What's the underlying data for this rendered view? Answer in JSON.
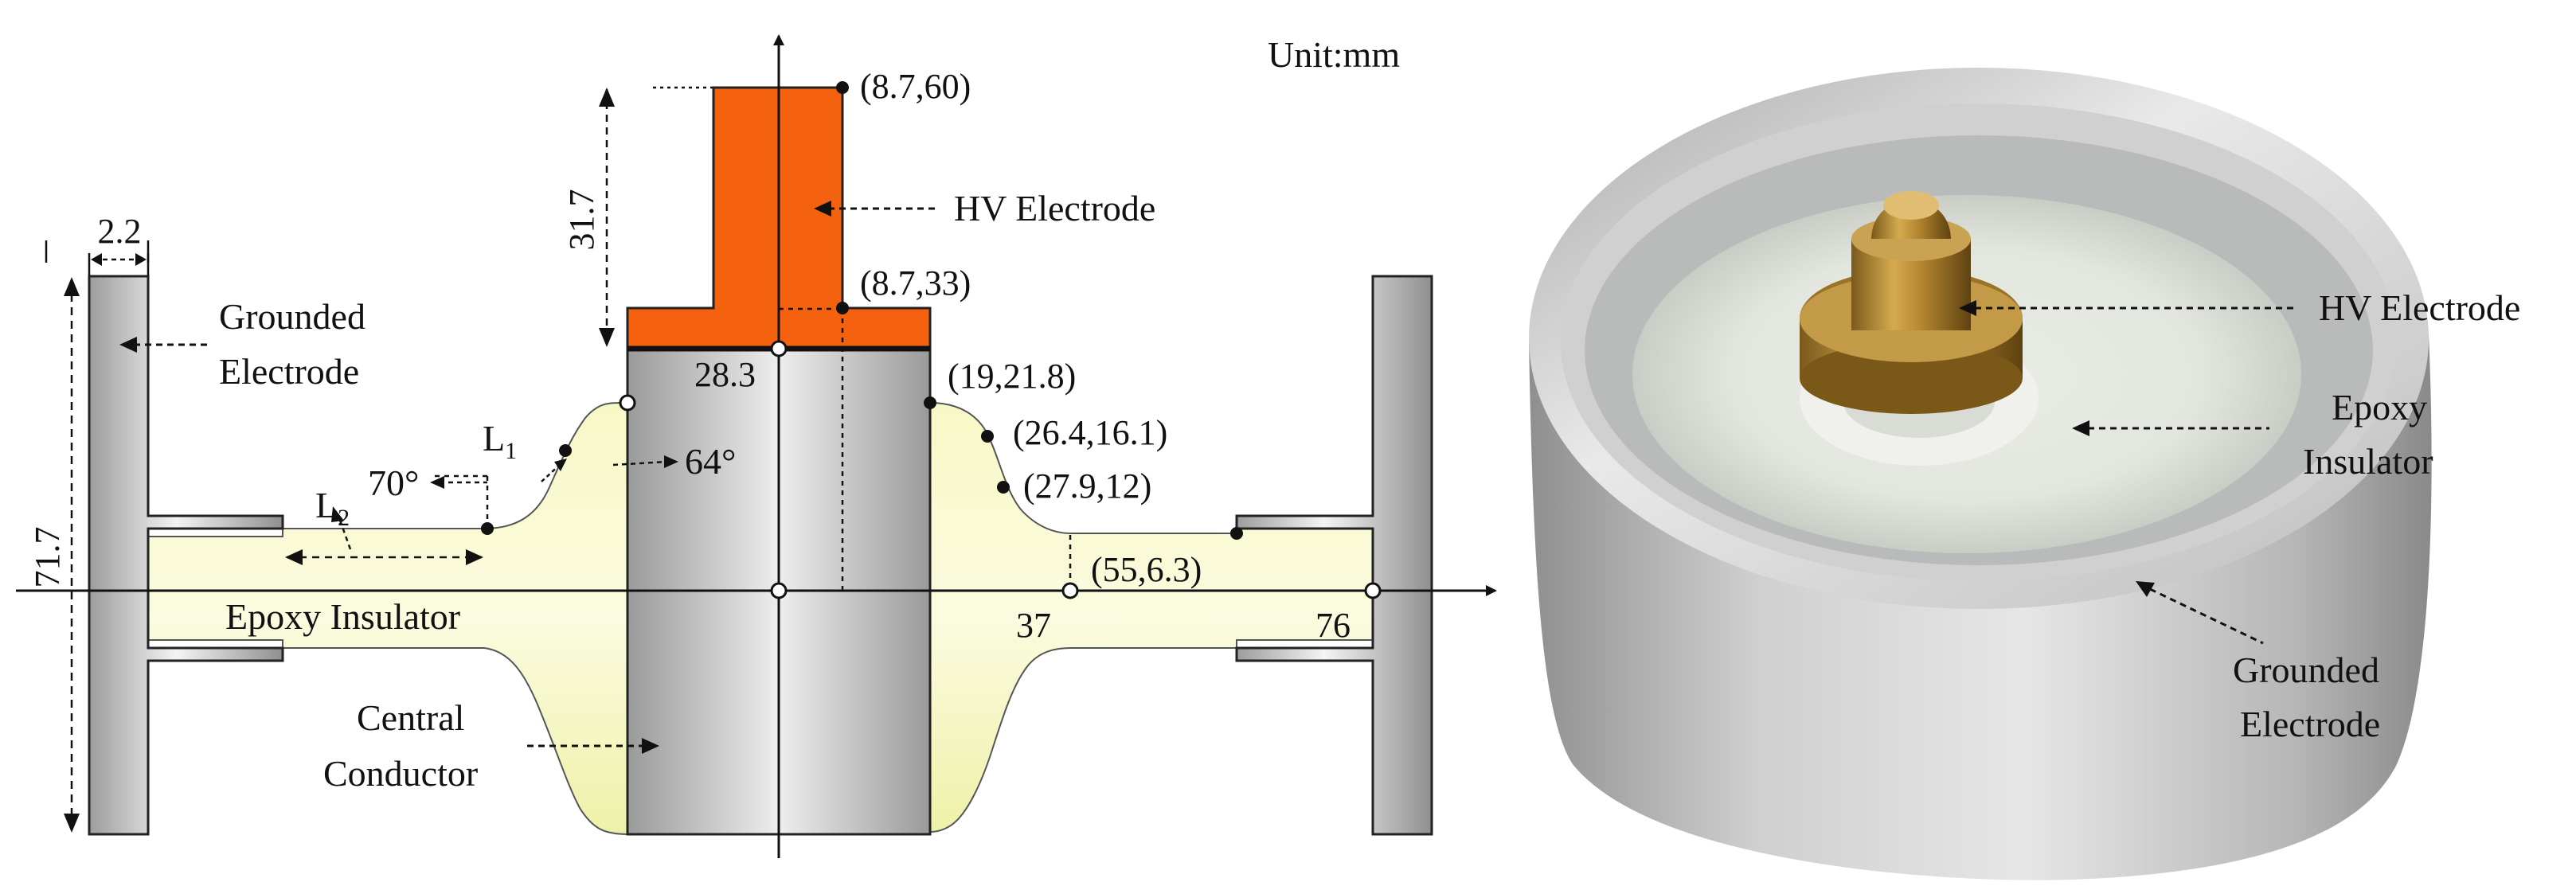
{
  "unit_label": "Unit:mm",
  "labels": {
    "hv_electrode": "HV Electrode",
    "grounded_electrode_line1": "Grounded",
    "grounded_electrode_line2": "Electrode",
    "epoxy_insulator": "Epoxy Insulator",
    "central_conductor_line1": "Central",
    "central_conductor_line2": "Conductor",
    "photo_hv_electrode": "HV Electrode",
    "photo_epoxy_line1": "Epoxy",
    "photo_epoxy_line2": "Insulator",
    "photo_grounded_line1": "Grounded",
    "photo_grounded_line2": "Electrode"
  },
  "dimensions": {
    "flange_thickness": "2.2",
    "total_height": "71.7",
    "electrode_height": "31.7",
    "conductor_radius": "28.3",
    "insulator_inner_end": "37",
    "insulator_outer_radius": "76",
    "angle_left": "70°",
    "angle_right": "64°",
    "l1": "L",
    "l1_sub": "1",
    "l2": "L",
    "l2_sub": "2"
  },
  "points": {
    "p1": "(8.7,60)",
    "p2": "(8.7,33)",
    "p3": "(19,21.8)",
    "p4": "(26.4,16.1)",
    "p5": "(27.9,12)",
    "p6": "(55,6.3)"
  },
  "colors": {
    "hv_electrode": "#f5620f",
    "metal_light": "#f2f2f2",
    "metal_dark": "#9b9b9b",
    "epoxy": "#f7f7c0",
    "epoxy_edge": "#e7eb8a",
    "outline": "#222222"
  }
}
